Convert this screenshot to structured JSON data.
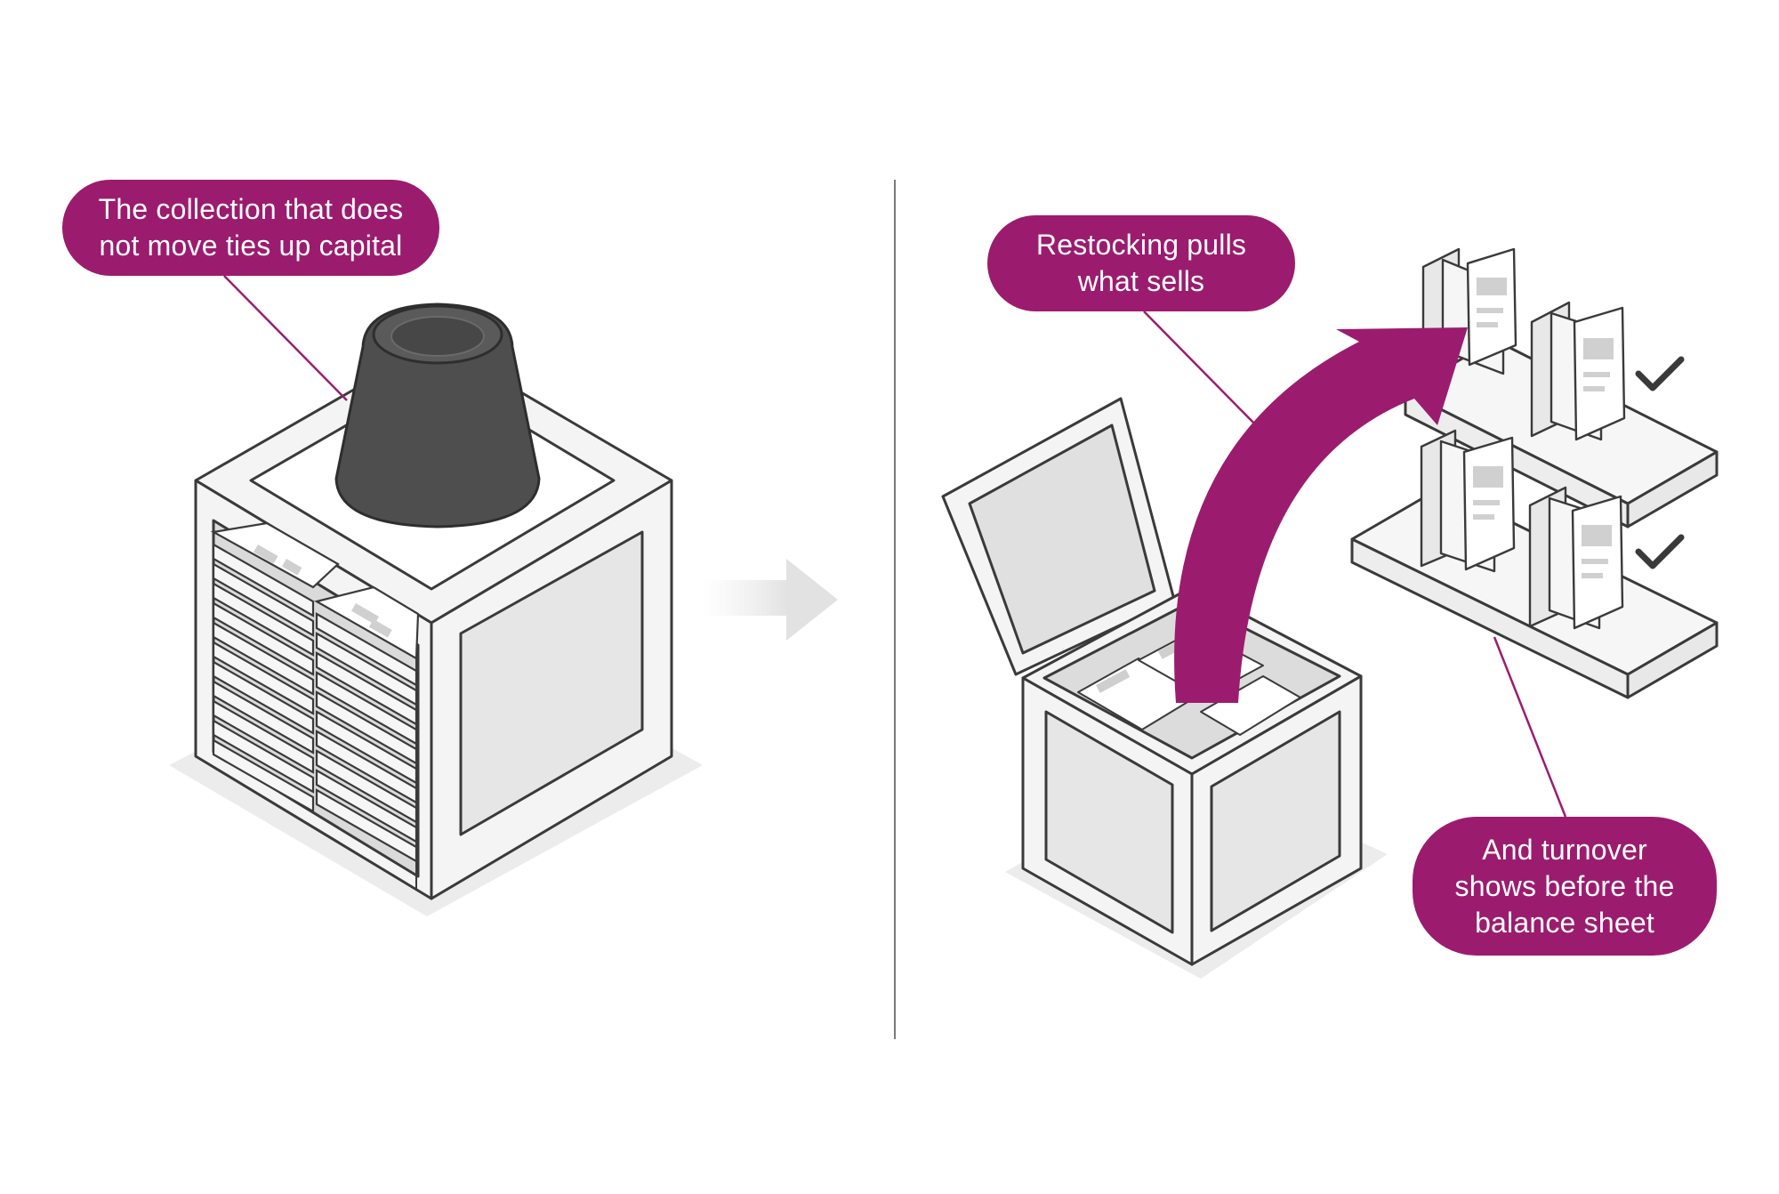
{
  "callouts": {
    "left": {
      "lines": [
        "The collection that does",
        "not move ties up capital"
      ]
    },
    "middle": {
      "lines": [
        "Restocking pulls",
        "what sells"
      ]
    },
    "right": {
      "lines": [
        "And turnover",
        "shows before the",
        "balance sheet"
      ]
    }
  },
  "icons": {
    "weight": "weight-icon",
    "flow_arrow": "right-arrow-icon",
    "restock_arrow": "curved-arrow-icon",
    "check": "checkmark-icon"
  },
  "colors": {
    "accent": "#9b1c6e",
    "weight": "#4e4e4e",
    "outline": "#3a3a3a",
    "panel_fill": "#e6e6e6",
    "frame_fill": "#f4f4f4"
  }
}
